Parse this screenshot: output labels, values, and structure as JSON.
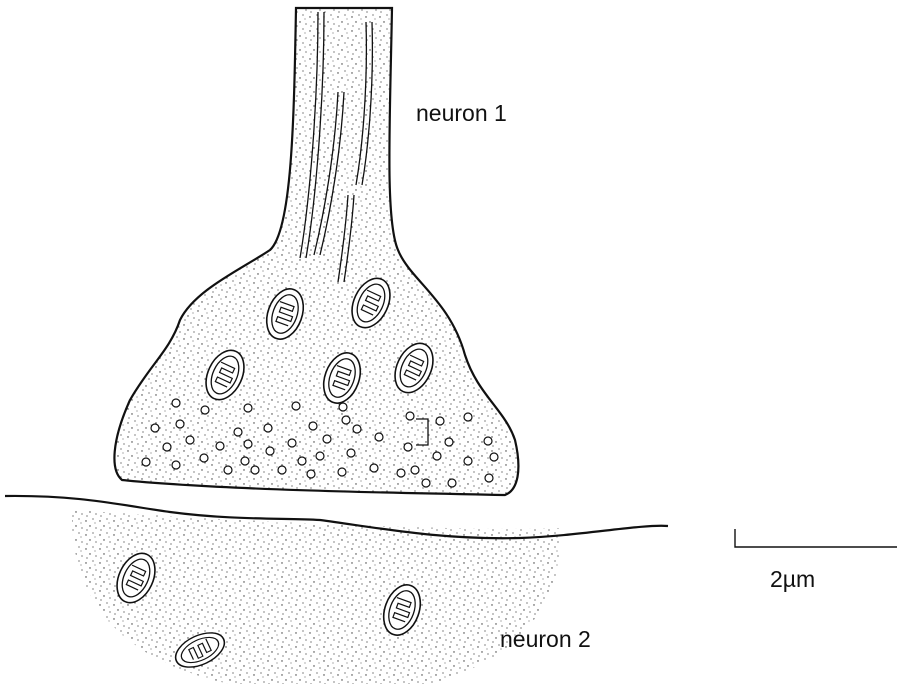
{
  "labels": {
    "neuron1": "neuron 1",
    "neuron2": "neuron 2",
    "scale": "2µm"
  },
  "colors": {
    "ink": "#111111",
    "stipple": "#333333",
    "background": "#ffffff"
  }
}
